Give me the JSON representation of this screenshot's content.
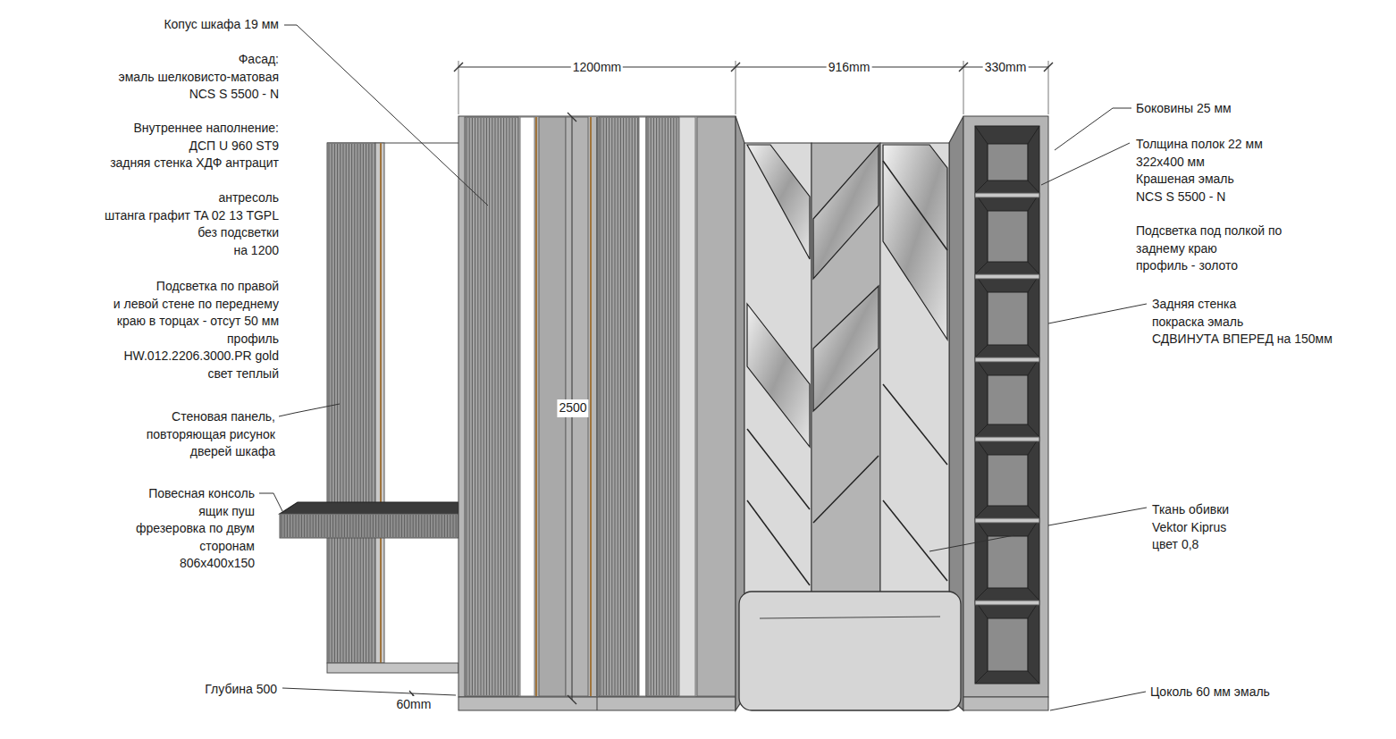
{
  "diagram": {
    "labels": [
      "Копус шкафа 19 мм",
      "Фасад: эмаль шелковисто-матовая NCS S 5500 - N",
      "Внутреннее наполнение: ДСП U 960 ST9 задняя стенка ХДФ антрацит",
      "антресоль штанга графит TA 02 13 TGPL без подсветки на 1200",
      "Подсветка по правой и левой стене по переднему краю в торцах - отсут 50 мм профиль HW.012.2206.3000.PR gold свет теплый",
      "Стеновая панель, повторяющая рисунок дверей шкафа",
      "Повесная консоль ящик пуш фрезеровка по двум сторонам 806x400x150",
      "Глубина 500",
      "60mm",
      "1200mm",
      "916mm",
      "330mm",
      "2500",
      "Боковины 25 мм",
      "Толщина полок 22 мм 322x400 мм Крашеная эмаль NCS S 5500 - N",
      "Подсветка под полкой по заднему краю профиль - золото",
      "Задняя стенка покраска эмаль СДВИНУТА ВПЕРЕД на 150мм",
      "Ткань обивки Vektor Kiprus цвет 0,8",
      "Цоколь 60 мм эмаль"
    ]
  }
}
